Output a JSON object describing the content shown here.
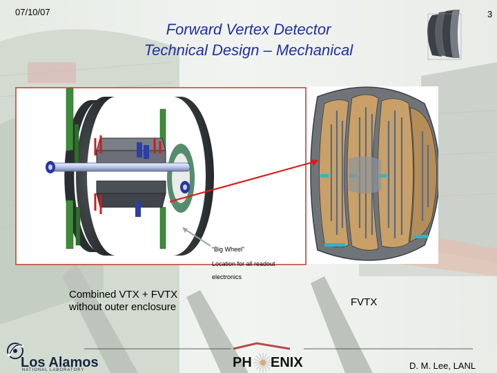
{
  "header": {
    "date": "07/10/07",
    "page_number": "3"
  },
  "title": {
    "line1": "Forward Vertex Detector",
    "line2": "Technical Design – Mechanical"
  },
  "annotation": {
    "line1": "“Big Wheel”",
    "line2": "Location for all readout",
    "line3": "electronics"
  },
  "captions": {
    "left_line1": "Combined VTX + FVTX",
    "left_line2": "without outer enclosure",
    "right": "FVTX"
  },
  "footer": {
    "phenix_left": "PH",
    "phenix_right": "ENIX",
    "lab_name": "Los Alamos",
    "lab_sub": "NATIONAL LABORATORY",
    "author": "D. M. Lee, LANL"
  },
  "colors": {
    "title": "#1f2fa0",
    "arrow": "#e01a16",
    "frame": "#c0392b",
    "accent_cyan": "#2fb5c7",
    "blade": "#c8a068"
  },
  "icons": [
    "phenix-star-icon",
    "los-alamos-logo-icon",
    "red-arrow-icon"
  ]
}
